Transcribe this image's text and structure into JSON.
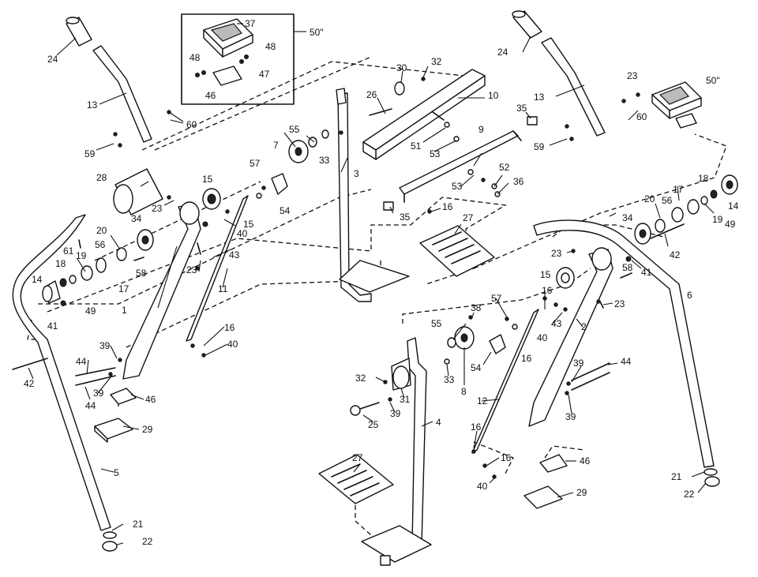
{
  "callouts": [
    {
      "id": "c-24a",
      "label": "24"
    },
    {
      "id": "c-13a",
      "label": "13"
    },
    {
      "id": "c-59a",
      "label": "59"
    },
    {
      "id": "c-60a",
      "label": "60"
    },
    {
      "id": "c-50a",
      "label": "50\""
    },
    {
      "id": "c-37",
      "label": "37"
    },
    {
      "id": "c-48a",
      "label": "48"
    },
    {
      "id": "c-48b",
      "label": "48"
    },
    {
      "id": "c-47",
      "label": "47"
    },
    {
      "id": "c-46a",
      "label": "46"
    },
    {
      "id": "c-28",
      "label": "28"
    },
    {
      "id": "c-23a",
      "label": "23"
    },
    {
      "id": "c-15a",
      "label": "15"
    },
    {
      "id": "c-15b",
      "label": "15"
    },
    {
      "id": "c-34a",
      "label": "34"
    },
    {
      "id": "c-20a",
      "label": "20"
    },
    {
      "id": "c-19a",
      "label": "19"
    },
    {
      "id": "c-56a",
      "label": "56"
    },
    {
      "id": "c-61",
      "label": "61"
    },
    {
      "id": "c-18a",
      "label": "18"
    },
    {
      "id": "c-14a",
      "label": "14"
    },
    {
      "id": "c-58a",
      "label": "58"
    },
    {
      "id": "c-17a",
      "label": "17"
    },
    {
      "id": "c-49a",
      "label": "49"
    },
    {
      "id": "c-41a",
      "label": "41"
    },
    {
      "id": "c-1",
      "label": "1"
    },
    {
      "id": "c-43a",
      "label": "43"
    },
    {
      "id": "c-40a",
      "label": "40"
    },
    {
      "id": "c-23b",
      "label": "23"
    },
    {
      "id": "c-11",
      "label": "11"
    },
    {
      "id": "c-16a",
      "label": "16"
    },
    {
      "id": "c-40b",
      "label": "40"
    },
    {
      "id": "c-39a",
      "label": "39"
    },
    {
      "id": "c-44a",
      "label": "44"
    },
    {
      "id": "c-42a",
      "label": "42"
    },
    {
      "id": "c-39b",
      "label": "39"
    },
    {
      "id": "c-44b",
      "label": "44"
    },
    {
      "id": "c-46b",
      "label": "46"
    },
    {
      "id": "c-29a",
      "label": "29"
    },
    {
      "id": "c-5",
      "label": "5"
    },
    {
      "id": "c-21a",
      "label": "21"
    },
    {
      "id": "c-22a",
      "label": "22"
    },
    {
      "id": "c-57a",
      "label": "57"
    },
    {
      "id": "c-55a",
      "label": "55"
    },
    {
      "id": "c-7",
      "label": "7"
    },
    {
      "id": "c-33a",
      "label": "33"
    },
    {
      "id": "c-54a",
      "label": "54"
    },
    {
      "id": "c-3",
      "label": "3"
    },
    {
      "id": "c-26",
      "label": "26"
    },
    {
      "id": "c-30",
      "label": "30"
    },
    {
      "id": "c-32a",
      "label": "32"
    },
    {
      "id": "c-10",
      "label": "10"
    },
    {
      "id": "c-51",
      "label": "51"
    },
    {
      "id": "c-53a",
      "label": "53"
    },
    {
      "id": "c-9",
      "label": "9"
    },
    {
      "id": "c-35a",
      "label": "35"
    },
    {
      "id": "c-53b",
      "label": "53"
    },
    {
      "id": "c-52",
      "label": "52"
    },
    {
      "id": "c-36",
      "label": "36"
    },
    {
      "id": "c-35b",
      "label": "35"
    },
    {
      "id": "c-16b",
      "label": "16"
    },
    {
      "id": "c-27a",
      "label": "27"
    },
    {
      "id": "c-24b",
      "label": "24"
    },
    {
      "id": "c-13b",
      "label": "13"
    },
    {
      "id": "c-23c",
      "label": "23"
    },
    {
      "id": "c-50b",
      "label": "50\""
    },
    {
      "id": "c-60b",
      "label": "60"
    },
    {
      "id": "c-59b",
      "label": "59"
    },
    {
      "id": "c-18b",
      "label": "18"
    },
    {
      "id": "c-17b",
      "label": "17"
    },
    {
      "id": "c-56b",
      "label": "56"
    },
    {
      "id": "c-20b",
      "label": "20"
    },
    {
      "id": "c-34b",
      "label": "34"
    },
    {
      "id": "c-14b",
      "label": "14"
    },
    {
      "id": "c-19b",
      "label": "19"
    },
    {
      "id": "c-49b",
      "label": "49"
    },
    {
      "id": "c-42b",
      "label": "42"
    },
    {
      "id": "c-23d",
      "label": "23"
    },
    {
      "id": "c-41b",
      "label": "41"
    },
    {
      "id": "c-58b",
      "label": "58"
    },
    {
      "id": "c-15c",
      "label": "15"
    },
    {
      "id": "c-6",
      "label": "6"
    },
    {
      "id": "c-23e",
      "label": "23"
    },
    {
      "id": "c-38",
      "label": "38"
    },
    {
      "id": "c-57b",
      "label": "57"
    },
    {
      "id": "c-16c",
      "label": "16"
    },
    {
      "id": "c-55b",
      "label": "55"
    },
    {
      "id": "c-43b",
      "label": "43"
    },
    {
      "id": "c-2",
      "label": "2"
    },
    {
      "id": "c-40c",
      "label": "40"
    },
    {
      "id": "c-16d",
      "label": "16"
    },
    {
      "id": "c-54b",
      "label": "54"
    },
    {
      "id": "c-8",
      "label": "8"
    },
    {
      "id": "c-32b",
      "label": "32"
    },
    {
      "id": "c-33b",
      "label": "33"
    },
    {
      "id": "c-31",
      "label": "31"
    },
    {
      "id": "c-39c",
      "label": "39"
    },
    {
      "id": "c-25",
      "label": "25"
    },
    {
      "id": "c-4",
      "label": "4"
    },
    {
      "id": "c-12",
      "label": "12"
    },
    {
      "id": "c-39d",
      "label": "39"
    },
    {
      "id": "c-44c",
      "label": "44"
    },
    {
      "id": "c-39e",
      "label": "39"
    },
    {
      "id": "c-16e",
      "label": "16"
    },
    {
      "id": "c-16f",
      "label": "16"
    },
    {
      "id": "c-40d",
      "label": "40"
    },
    {
      "id": "c-46c",
      "label": "46"
    },
    {
      "id": "c-29b",
      "label": "29"
    },
    {
      "id": "c-27b",
      "label": "27"
    },
    {
      "id": "c-21b",
      "label": "21"
    },
    {
      "id": "c-22b",
      "label": "22"
    }
  ]
}
